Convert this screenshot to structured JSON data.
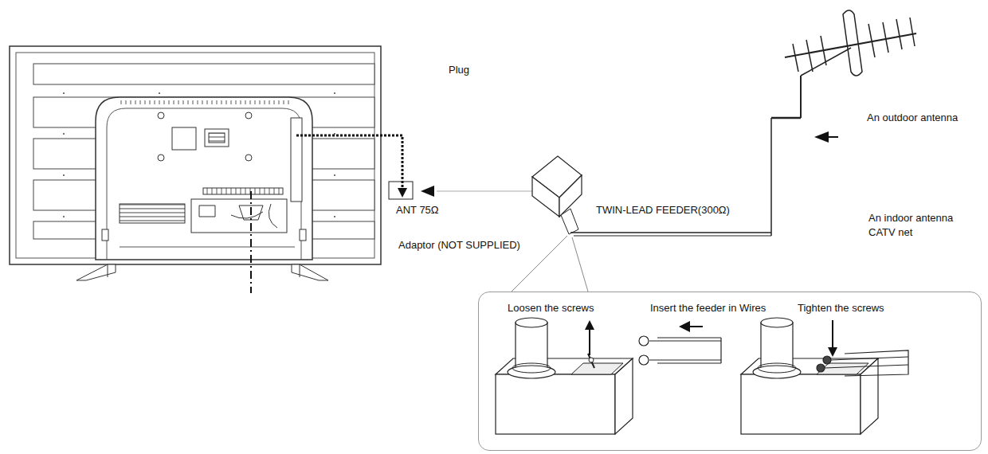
{
  "diagram": {
    "nodes": [
      {
        "text": [
          "Loosen the screws",
          "Insert the feeder in Wires",
          "Tighten the screws"
        ]
      }
    ],
    "labels": [
      "Plug",
      "An outdoor antenna",
      "ANT 75Ω",
      "TWIN-LEAD FEEDER(300Ω)",
      "An indoor antenna",
      "CATV net",
      "Adaptor (NOT SUPPLIED)"
    ]
  }
}
